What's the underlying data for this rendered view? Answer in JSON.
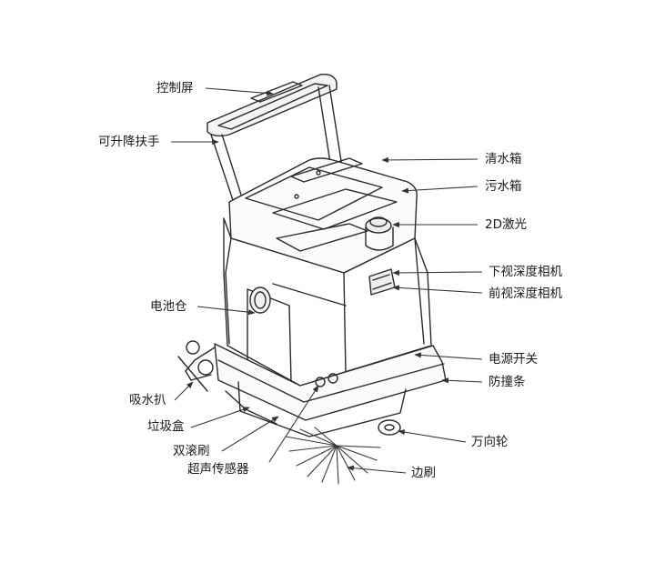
{
  "diagram": {
    "labels": {
      "control_screen": "控制屏",
      "lift_handle": "可升降扶手",
      "clean_tank": "清水箱",
      "dirty_tank": "污水箱",
      "lidar_2d": "2D激光",
      "lower_depth_camera": "下视深度相机",
      "front_depth_camera": "前视深度相机",
      "battery_bay": "电池仓",
      "power_switch": "电源开关",
      "bumper_strip": "防撞条",
      "squeegee": "吸水扒",
      "dust_box": "垃圾盒",
      "caster_wheel": "万向轮",
      "double_roller_brush": "双滚刷",
      "ultrasonic_sensor": "超声传感器",
      "side_brush": "边刷"
    }
  }
}
